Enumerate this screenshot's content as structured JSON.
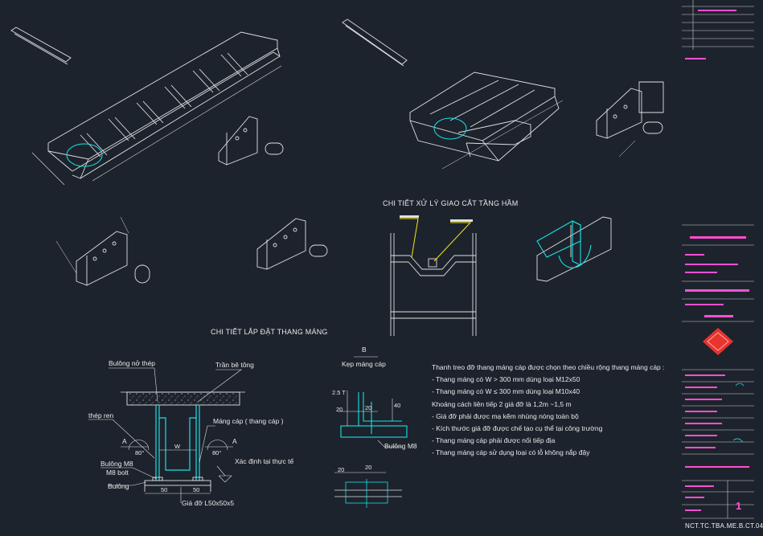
{
  "titles": {
    "basement_detail": "CHI TIẾT XỬ LÝ GIAO CẮT TẦNG HẦM",
    "install_detail": "CHI TIẾT LẮP ĐẶT THANG MÁNG",
    "section_b": "B",
    "clamp": "Kẹp máng cáp"
  },
  "labels": {
    "buloong_no_thep": "Bulông nở thép",
    "tran_be_tong": "Trần bê tông",
    "thep_ren": "thép ren",
    "mang_cap": "Máng cáp ( thang cáp )",
    "xac_dinh": "Xác định tại thực tế",
    "buloong_m8": "Bulông M8",
    "m8_bolt": "M8 bolt",
    "buloong": "Bulông",
    "gia_do": "Giá đỡ L50x50x5",
    "buloong_m8_clamp": "Bulông M8",
    "section_a": "A",
    "angle": "80°",
    "dim_w": "W",
    "dim_50": "50",
    "dim_20": "20",
    "dim_25": "2.5 T",
    "dim_40": "40"
  },
  "notes": [
    "Thanh treo đỡ thang máng cáp được chọn theo chiều rộng thang máng cáp :",
    "- Thang máng có W > 300 mm dùng loại M12x50",
    "- Thang máng có W ≤ 300 mm dùng loại M10x40",
    "  Khoảng cách liên tiếp 2 giá đỡ là 1,2m ~1,5 m",
    "- Giá đỡ phải được mạ kẽm nhúng nóng toàn bộ",
    "- Kích thước giá đỡ được chế tạo cụ thể tại công trường",
    "- Thang máng cáp phải được nối tiếp địa",
    "- Thang máng cáp sử dụng loại có lỗ không nắp đậy"
  ],
  "title_block": {
    "sheet_number": "1",
    "drawing_code": "NCT.TC.TBA.ME.B.CT.04"
  },
  "colors": {
    "background": "#1d232c",
    "line": "#e0e0e0",
    "cyan": "#19e0e6",
    "yellow": "#f2e51d",
    "magenta": "#ff4fd2",
    "red": "#e8332e"
  }
}
